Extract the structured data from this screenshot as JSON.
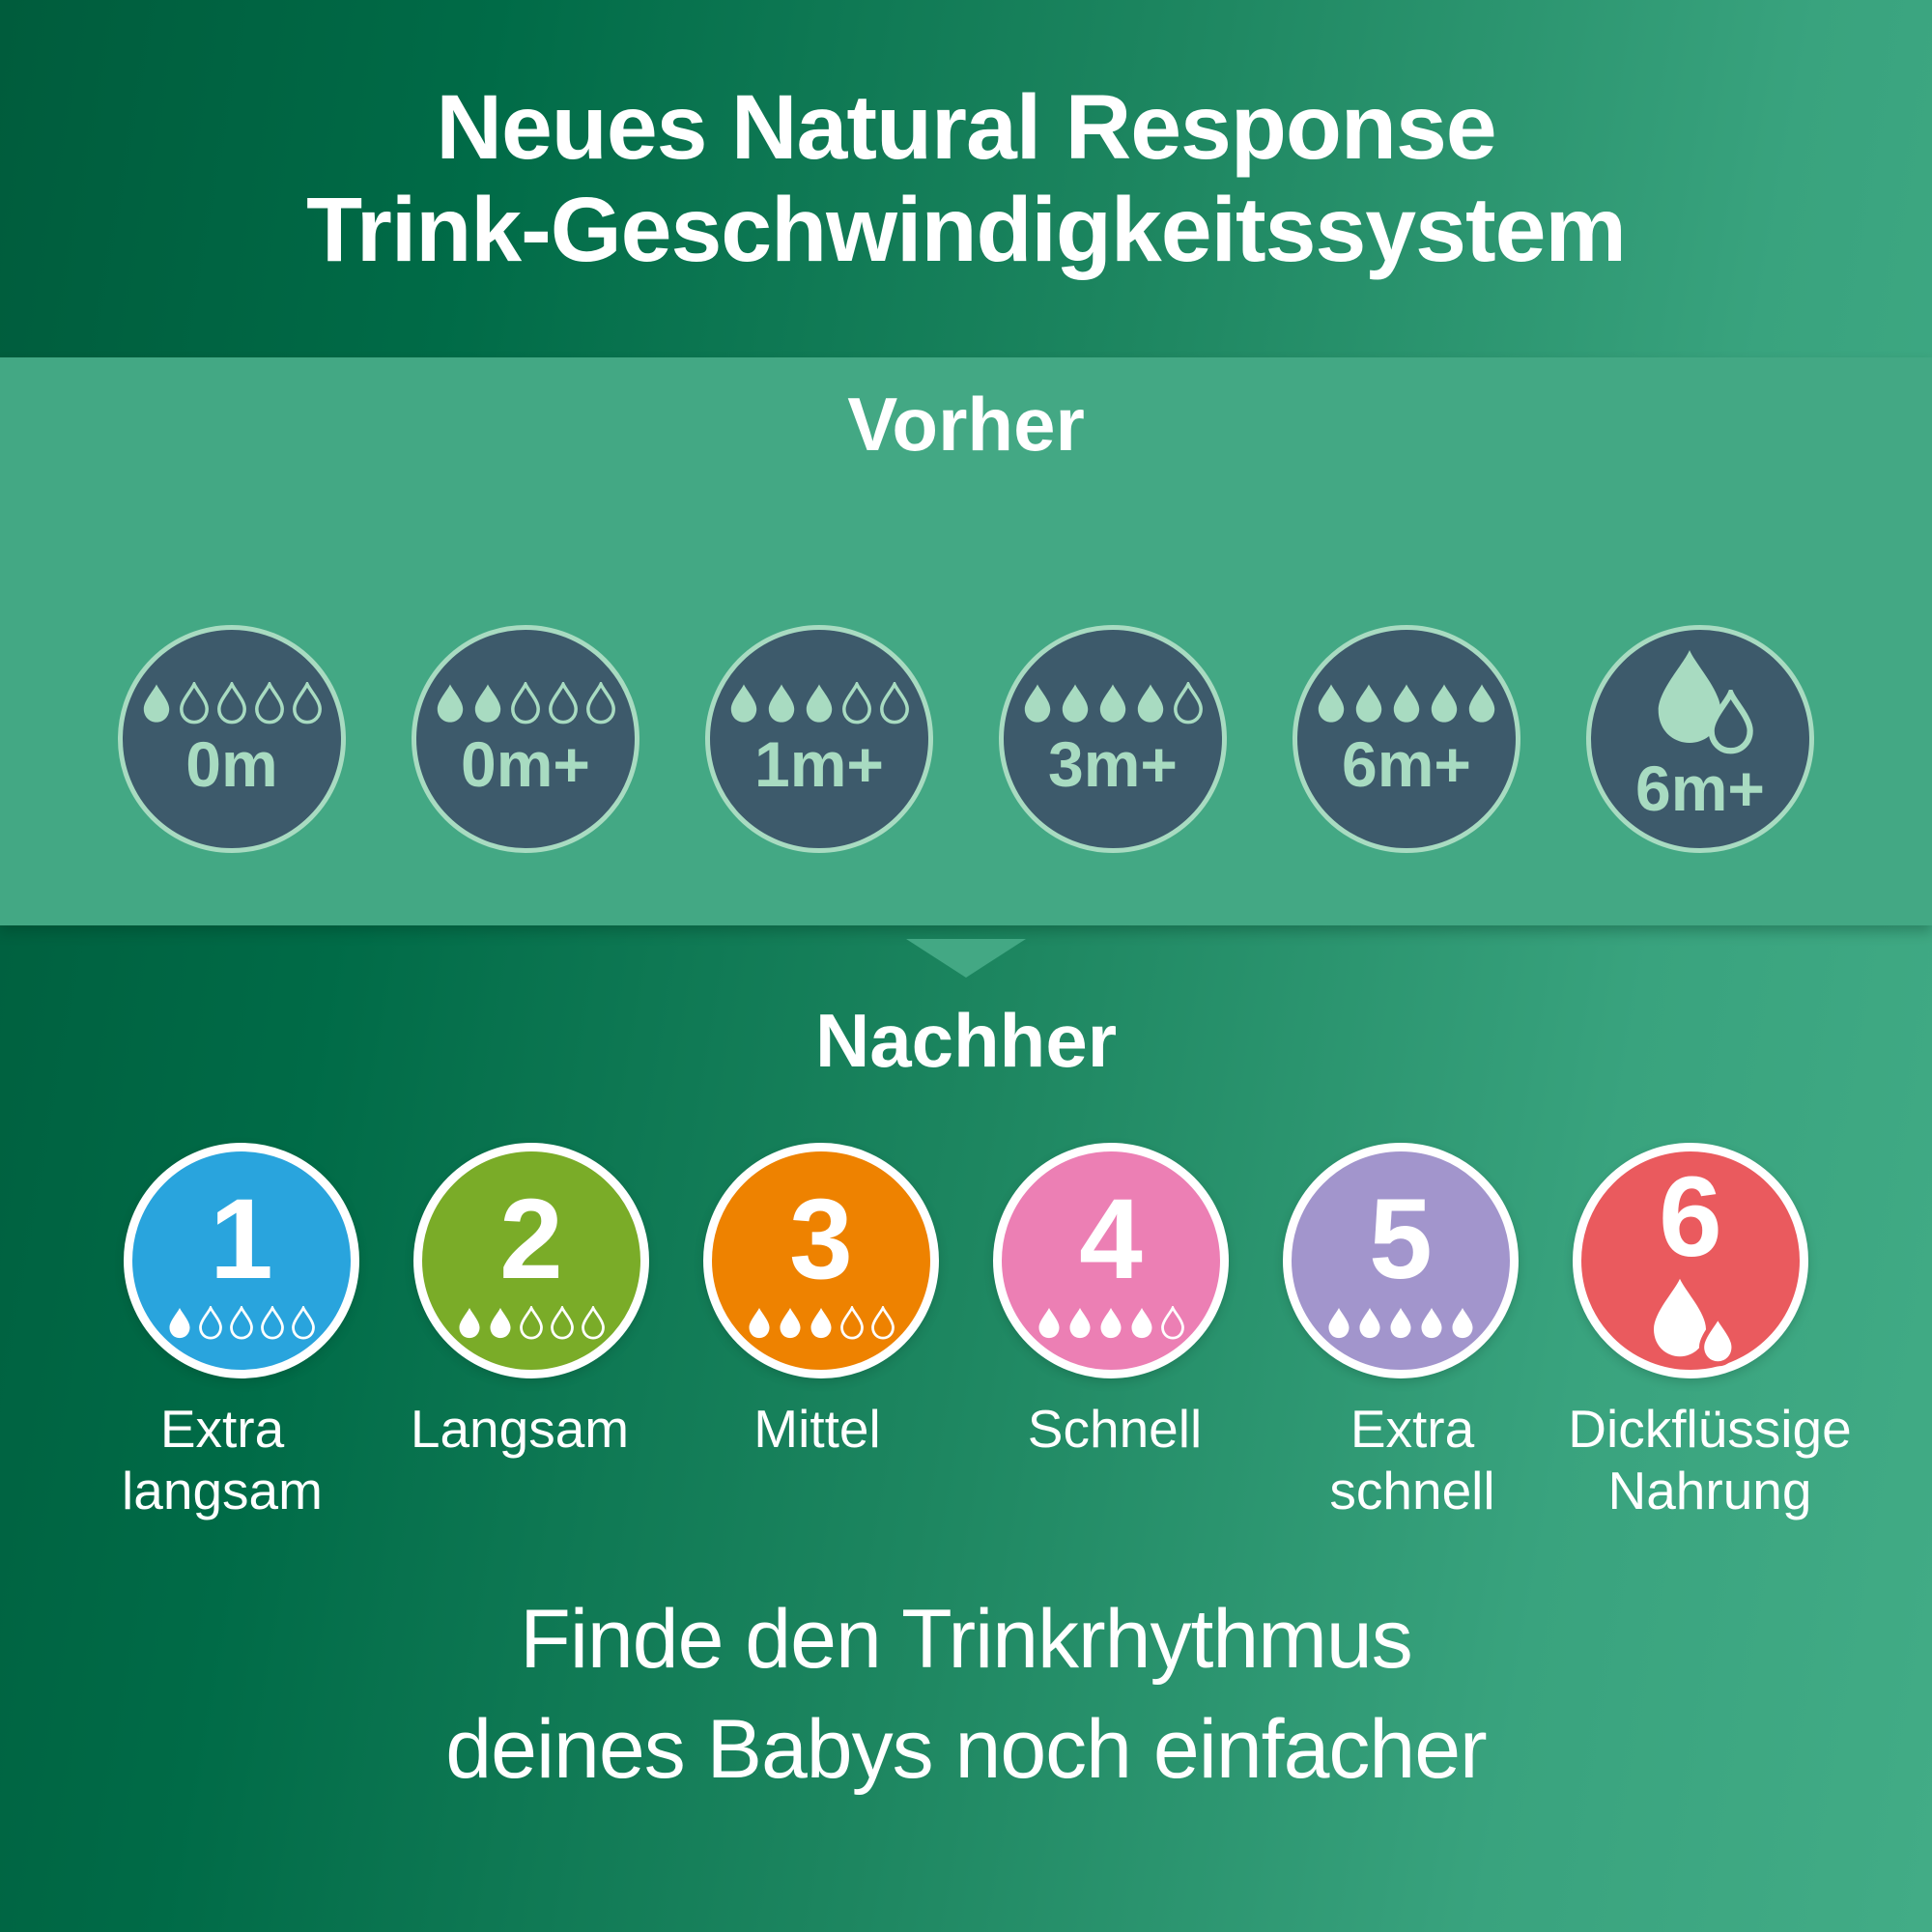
{
  "header": {
    "title_line1": "Neues Natural Response",
    "title_line2": "Trink-Geschwindigkeitssystem"
  },
  "before": {
    "heading": "Vorher",
    "band_color": "#43A884",
    "circle_color": "#3D5A6B",
    "accent_color": "#A8DBC1",
    "items": [
      {
        "label": "0m",
        "icon": "drops",
        "drops_filled": 1,
        "drops_total": 5
      },
      {
        "label": "0m+",
        "icon": "drops",
        "drops_filled": 2,
        "drops_total": 5
      },
      {
        "label": "1m+",
        "icon": "drops",
        "drops_filled": 3,
        "drops_total": 5
      },
      {
        "label": "3m+",
        "icon": "drops",
        "drops_filled": 4,
        "drops_total": 5
      },
      {
        "label": "6m+",
        "icon": "drops",
        "drops_filled": 5,
        "drops_total": 5
      },
      {
        "label": "6m+",
        "icon": "double-drop"
      }
    ]
  },
  "after": {
    "heading": "Nachher",
    "items": [
      {
        "number": "1",
        "color": "#29A4DD",
        "icon": "drops",
        "drops_filled": 1,
        "drops_total": 5,
        "label_lines": [
          "Extra",
          "langsam"
        ]
      },
      {
        "number": "2",
        "color": "#7AAC28",
        "icon": "drops",
        "drops_filled": 2,
        "drops_total": 5,
        "label_lines": [
          "Langsam"
        ]
      },
      {
        "number": "3",
        "color": "#EE8200",
        "icon": "drops",
        "drops_filled": 3,
        "drops_total": 5,
        "label_lines": [
          "Mittel"
        ]
      },
      {
        "number": "4",
        "color": "#EC7FB4",
        "icon": "drops",
        "drops_filled": 4,
        "drops_total": 5,
        "label_lines": [
          "Schnell"
        ]
      },
      {
        "number": "5",
        "color": "#A295CC",
        "icon": "drops",
        "drops_filled": 5,
        "drops_total": 5,
        "label_lines": [
          "Extra",
          "schnell"
        ]
      },
      {
        "number": "6",
        "color": "#EA5A5E",
        "icon": "double-drop",
        "label_lines": [
          "Dickflüssige",
          "Nahrung"
        ]
      }
    ]
  },
  "footer": {
    "line1": "Finde den Trinkrhythmus",
    "line2": "deines Babys noch einfacher"
  },
  "colors": {
    "background_gradient_start": "#006B47",
    "background_gradient_end": "#42AC86",
    "white": "#FFFFFF"
  }
}
